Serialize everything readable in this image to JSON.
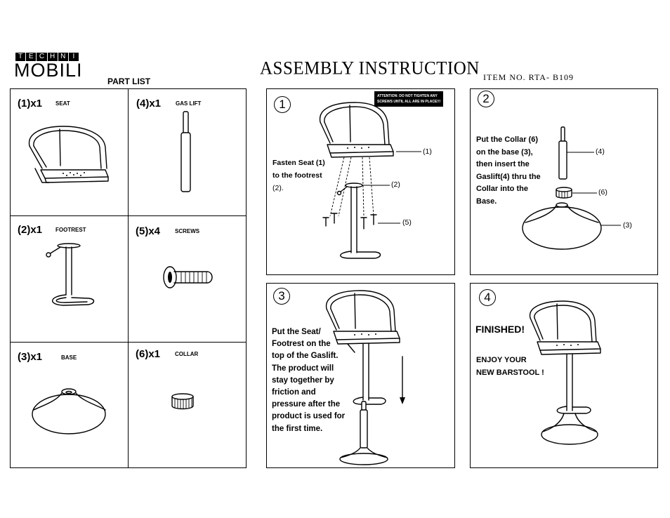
{
  "header": {
    "logo_top_letters": [
      "T",
      "E",
      "C",
      "H",
      "N",
      "I"
    ],
    "logo_bottom": "MOBILI",
    "part_list_title": "PART LIST",
    "title": "ASSEMBLY INSTRUCTION",
    "item_no": "ITEM NO. RTA- B109"
  },
  "parts": [
    {
      "qty": "(1)x1",
      "name": "SEAT"
    },
    {
      "qty": "(4)x1",
      "name": "GAS LIFT"
    },
    {
      "qty": "(2)x1",
      "name": "FOOTREST"
    },
    {
      "qty": "(5)x4",
      "name": "SCREWS"
    },
    {
      "qty": "(3)x1",
      "name": "BASE"
    },
    {
      "qty": "(6)x1",
      "name": "COLLAR"
    }
  ],
  "steps": {
    "step1": {
      "number": "1",
      "warning_line1": "ATTENTION: DO NOT TIGHTEN ANY",
      "warning_line2": "SCREWS UNTIL ALL ARE IN PLACE!!!",
      "text": [
        "Fasten Seat (1)",
        "to the footrest",
        "(2)."
      ],
      "callouts": [
        "(1)",
        "(2)",
        "(5)"
      ]
    },
    "step2": {
      "number": "2",
      "text": [
        "Put the Collar (6)",
        "on the base (3),",
        "then insert the",
        "Gaslift(4) thru the",
        "Collar into the",
        "Base."
      ],
      "callouts": [
        "(4)",
        "(6)",
        "(3)"
      ]
    },
    "step3": {
      "number": "3",
      "text": [
        "Put the Seat/",
        "Footrest on the",
        "top of the Gaslift.",
        "The product will",
        "stay together by",
        "friction and",
        "pressure after the",
        "product is used for",
        "the first time."
      ]
    },
    "step4": {
      "number": "4",
      "finished": "FINISHED!",
      "text": [
        "ENJOY YOUR",
        "NEW BARSTOOL !"
      ]
    }
  }
}
